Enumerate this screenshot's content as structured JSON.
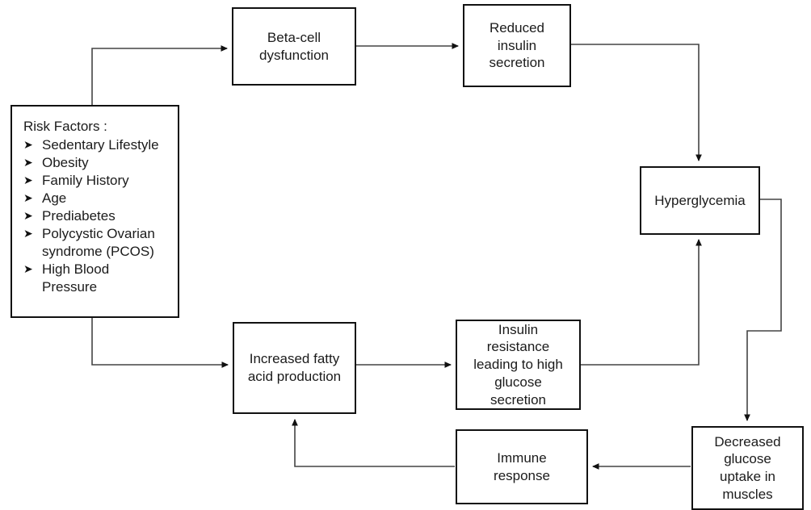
{
  "diagram": {
    "title": "Type 2 diabetes pathophysiology flowchart",
    "stroke_color": "#111111",
    "background_color": "#ffffff",
    "text_color": "#1b1b1b"
  },
  "nodes": {
    "risk_factors": {
      "title": "Risk Factors :",
      "items": [
        "Sedentary Lifestyle",
        "Obesity",
        "Family History",
        "Age",
        "Prediabetes",
        "Polycystic Ovarian\nsyndrome (PCOS)",
        "High Blood\nPressure"
      ],
      "bullet_glyph": "➤"
    },
    "beta_cell": {
      "label": "Beta-cell\ndysfunction"
    },
    "reduced_insulin": {
      "label": "Reduced\ninsulin\nsecretion"
    },
    "hyperglycemia": {
      "label": "Hyperglycemia"
    },
    "fatty_acid": {
      "label": "Increased fatty\nacid production"
    },
    "insulin_resistance": {
      "label": "Insulin\nresistance\nleading to high\nglucose\nsecretion"
    },
    "immune_response": {
      "label": "Immune\nresponse"
    },
    "decreased_uptake": {
      "label": "Decreased\nglucose\nuptake in\nmuscles"
    }
  },
  "edges": [
    {
      "id": "risk-to-beta",
      "from": "risk_factors",
      "to": "beta_cell",
      "arrow": true
    },
    {
      "id": "beta-to-reduced",
      "from": "beta_cell",
      "to": "reduced_insulin",
      "arrow": true
    },
    {
      "id": "reduced-to-hyper",
      "from": "reduced_insulin",
      "to": "hyperglycemia",
      "arrow": true
    },
    {
      "id": "risk-to-fatty",
      "from": "risk_factors",
      "to": "fatty_acid",
      "arrow": true
    },
    {
      "id": "fatty-to-resistance",
      "from": "fatty_acid",
      "to": "insulin_resistance",
      "arrow": true
    },
    {
      "id": "resistance-to-hyper",
      "from": "insulin_resistance",
      "to": "hyperglycemia",
      "arrow": true
    },
    {
      "id": "hyper-to-uptake",
      "from": "hyperglycemia",
      "to": "decreased_uptake",
      "arrow": true
    },
    {
      "id": "uptake-to-immune",
      "from": "decreased_uptake",
      "to": "immune_response",
      "arrow": true
    },
    {
      "id": "immune-to-fatty",
      "from": "immune_response",
      "to": "fatty_acid",
      "arrow": true
    }
  ]
}
